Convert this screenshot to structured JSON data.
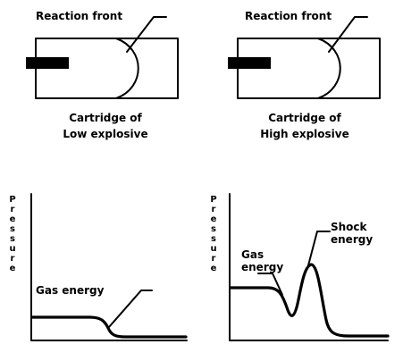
{
  "panels": {
    "low": {
      "reaction_front_label": "Reaction front",
      "caption_line1": "Cartridge of",
      "caption_line2": "Low explosive"
    },
    "high": {
      "reaction_front_label": "Reaction front",
      "caption_line1": "Cartridge of",
      "caption_line2": "High explosive"
    }
  },
  "charts": {
    "low": {
      "ylabel": "Pressure",
      "gas_energy_label": "Gas energy"
    },
    "high": {
      "ylabel": "Pressure",
      "gas_energy_line1": "Gas",
      "gas_energy_line2": "energy",
      "shock_energy_line1": "Shock",
      "shock_energy_line2": "energy"
    }
  }
}
